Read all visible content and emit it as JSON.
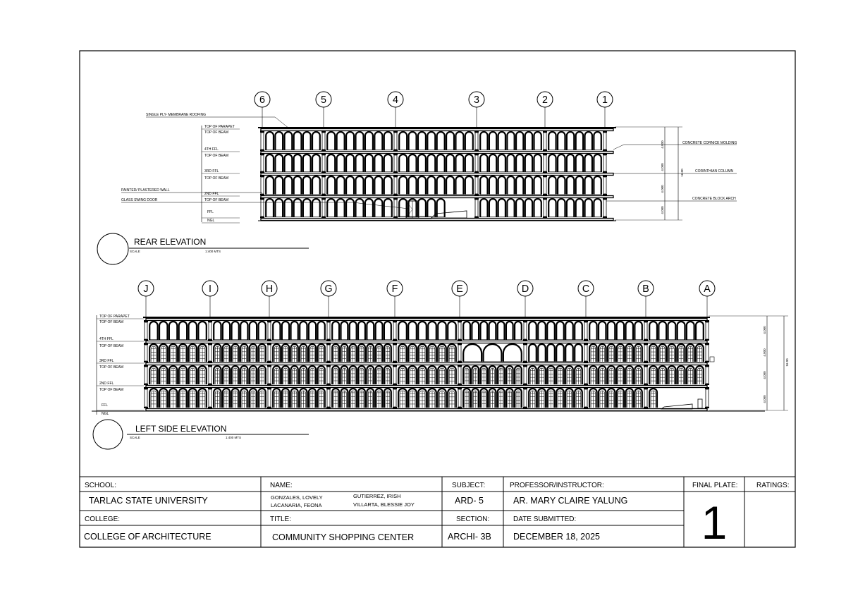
{
  "sheet": {
    "rear_elevation": {
      "title": "REAR ELEVATION",
      "scale_label": "SCALE",
      "scale_value": "1:400 MTS",
      "grid_labels": [
        "6",
        "5",
        "4",
        "3",
        "2",
        "1"
      ],
      "level_labels": [
        "TOP OF PARAPET",
        "TOP OF BEAM",
        "4TH FFL",
        "TOP OF BEAM",
        "3RD FFL",
        "TOP OF BEAM",
        "2ND FFL",
        "TOP OF BEAM",
        "FFL",
        "NGL"
      ],
      "left_notes": [
        "SINGLE PLY- MEMBRANE ROOFING",
        "PAINTED/ PLASTERED WALL",
        "GLASS SWING DOOR"
      ],
      "right_notes": [
        "CONCRETE CORNICE MOLDING",
        "CORINTHIAN COLUMN",
        "CONCRETE BLOCK ARCH"
      ],
      "dimensions": [
        "4.000",
        "4.000",
        "4.000",
        "4.000"
      ],
      "total_dimension": "16.00"
    },
    "left_side_elevation": {
      "title": "LEFT SIDE ELEVATION",
      "scale_label": "SCALE",
      "scale_value": "1:400 MTS",
      "grid_labels": [
        "J",
        "I",
        "H",
        "G",
        "F",
        "E",
        "D",
        "C",
        "B",
        "A"
      ],
      "level_labels": [
        "TOP OF PARAPET",
        "TOP OF BEAM",
        "4TH FFL",
        "TOP OF BEAM",
        "3RD FFL",
        "TOP OF BEAM",
        "2ND FFL",
        "TOP OF BEAM",
        "FFL",
        "NGL"
      ],
      "dimensions": [
        "4.000",
        "4.000",
        "4.000",
        "4.000"
      ],
      "total_dimension": "16.00"
    }
  },
  "title_block": {
    "school_label": "SCHOOL:",
    "school": "TARLAC STATE UNIVERSITY",
    "college_label": "COLLEGE:",
    "college": "COLLEGE OF ARCHITECTURE",
    "name_label": "NAME:",
    "names": [
      "GONZALES, LOVELY",
      "LACANARIA, FEONA",
      "GUTIERREZ, IRISH",
      "VILLARTA, BLESSIE JOY"
    ],
    "title_label": "TITLE:",
    "title": "COMMUNITY SHOPPING CENTER",
    "subject_label": "SUBJECT:",
    "subject": "ARD- 5",
    "section_label": "SECTION:",
    "section": "ARCHI- 3B",
    "professor_label": "PROFESSOR/INSTRUCTOR:",
    "professor": "AR. MARY CLAIRE YALUNG",
    "date_label": "DATE SUBMITTED:",
    "date": "DECEMBER 18, 2025",
    "final_plate_label": "FINAL PLATE:",
    "final_plate": "1",
    "ratings_label": "RATINGS:"
  }
}
